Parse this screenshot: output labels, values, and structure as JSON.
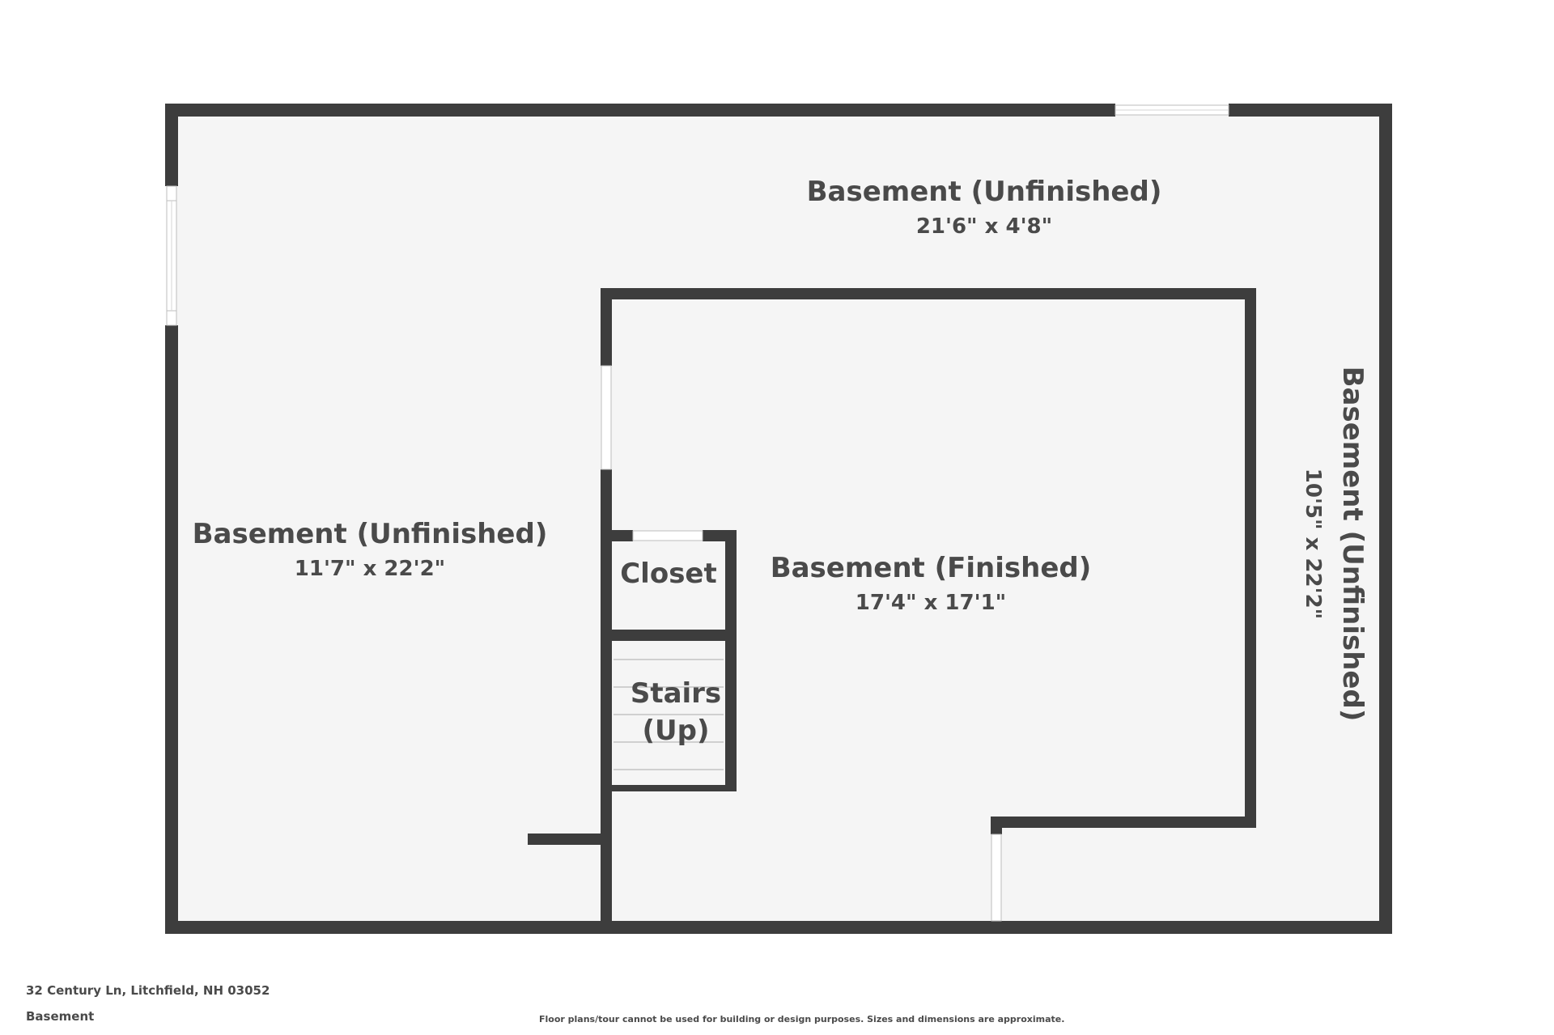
{
  "rooms": {
    "top": {
      "name": "Basement (Unfinished)",
      "dims": "21'6\" x 4'8\""
    },
    "left": {
      "name": "Basement (Unfinished)",
      "dims": "11'7\" x 22'2\""
    },
    "right": {
      "name": "Basement (Unfinished)",
      "dims": "10'5\" x 22'2\""
    },
    "center": {
      "name": "Basement (Finished)",
      "dims": "17'4\" x 17'1\""
    },
    "closet": {
      "name": "Closet"
    },
    "stairs": {
      "line1": "Stairs",
      "line2": "(Up)"
    }
  },
  "footer": {
    "address": "32 Century Ln, Litchfield, NH 03052",
    "floor": "Basement",
    "disclaimer": "Floor plans/tour cannot be used for building or design purposes. Sizes and dimensions are approximate."
  },
  "colors": {
    "wall": "#3d3d3d",
    "floor": "#f5f5f5",
    "text": "#4a4a4a",
    "background": "#ffffff"
  }
}
